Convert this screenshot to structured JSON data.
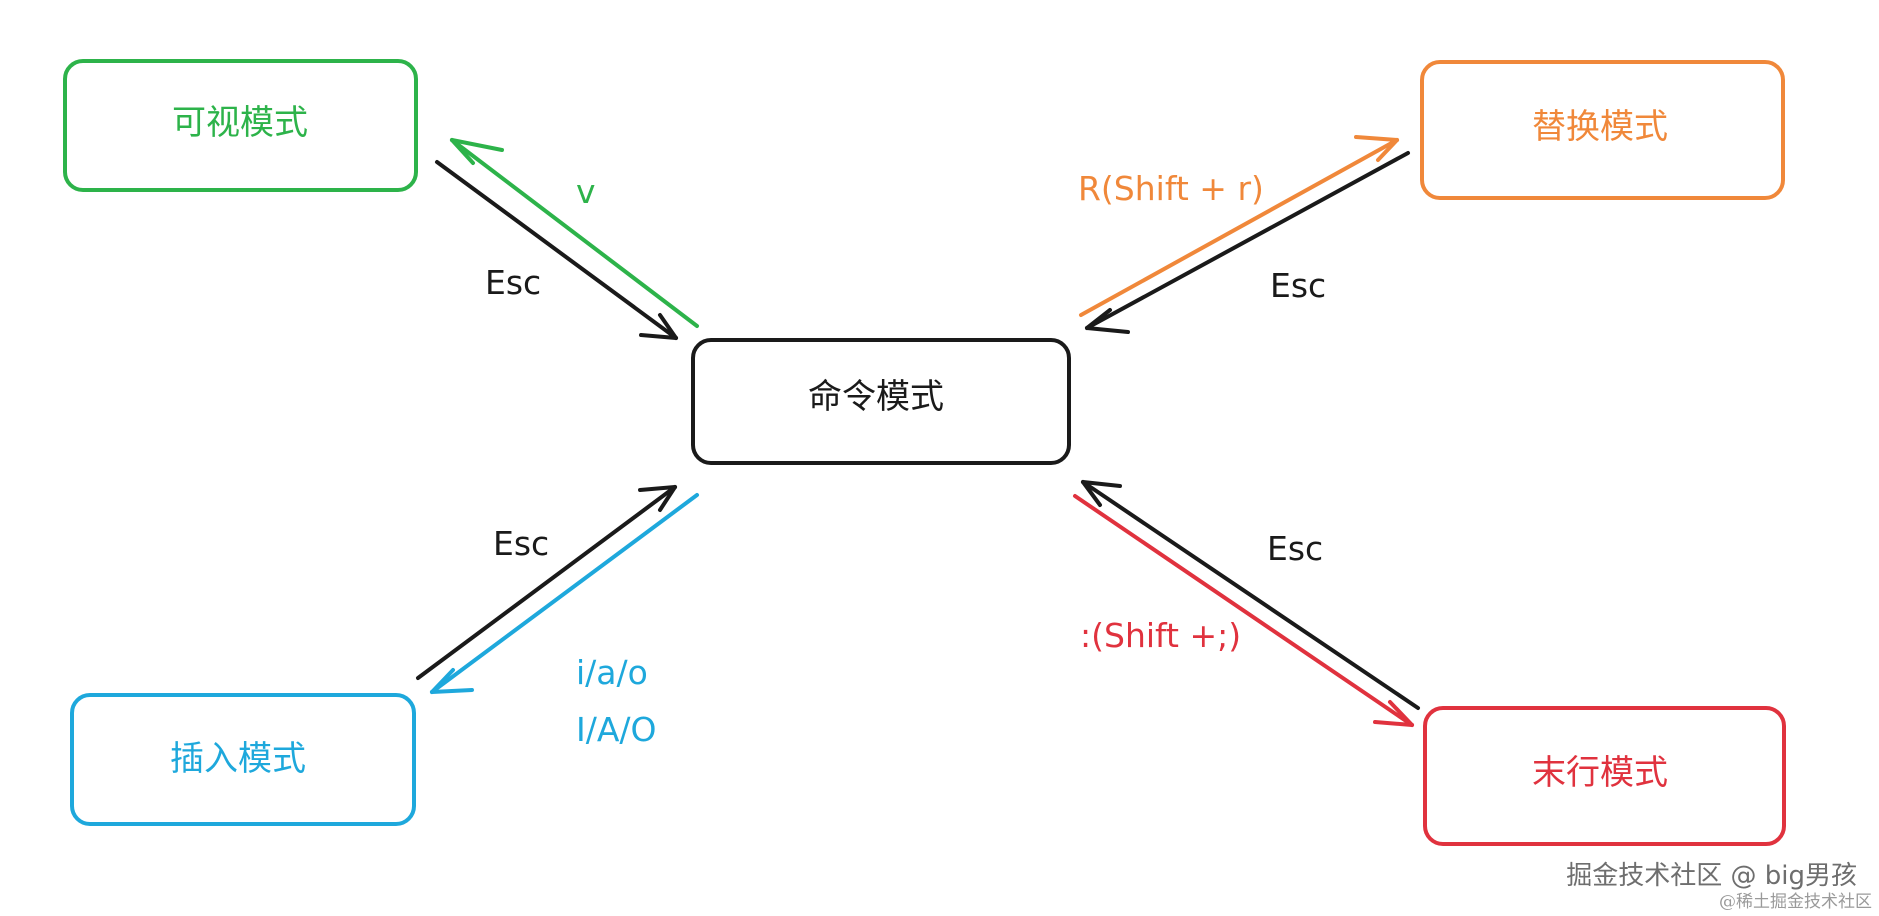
{
  "diagram": {
    "center": {
      "label": "命令模式",
      "color": "#1a1a1a"
    },
    "nodes": {
      "visual": {
        "label": "可视模式",
        "color": "#2db34a"
      },
      "replace": {
        "label": "替换模式",
        "color": "#f0883a"
      },
      "insert": {
        "label": "插入模式",
        "color": "#1ea8dc"
      },
      "lastline": {
        "label": "末行模式",
        "color": "#e0323e"
      }
    },
    "edges": {
      "to_visual": {
        "label": "v",
        "color": "#2db34a"
      },
      "from_visual": {
        "label": "Esc",
        "color": "#1a1a1a"
      },
      "to_replace": {
        "label": "R(Shift + r)",
        "color": "#f0883a"
      },
      "from_replace": {
        "label": "Esc",
        "color": "#1a1a1a"
      },
      "to_insert_line1": {
        "label": "i/a/o",
        "color": "#1ea8dc"
      },
      "to_insert_line2": {
        "label": "I/A/O",
        "color": "#1ea8dc"
      },
      "from_insert": {
        "label": "Esc",
        "color": "#1a1a1a"
      },
      "to_lastline": {
        "label": ":(Shift +;)",
        "color": "#e0323e"
      },
      "from_lastline": {
        "label": "Esc",
        "color": "#1a1a1a"
      }
    }
  },
  "watermark": {
    "main": "掘金技术社区 @ big男孩",
    "sub": "@稀土掘金技术社区"
  }
}
